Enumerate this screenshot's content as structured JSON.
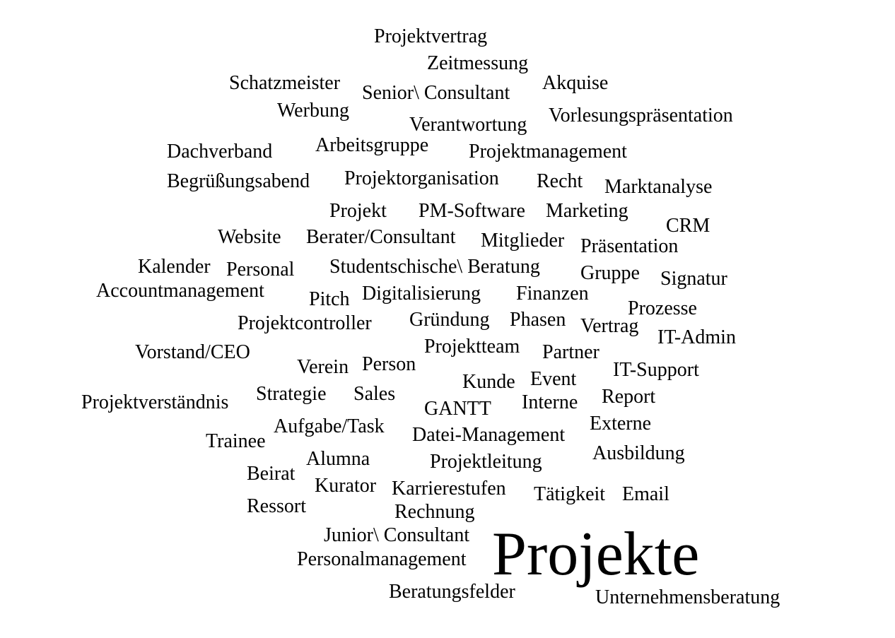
{
  "words": [
    "Projektvertrag",
    "Zeitmessung",
    "Schatzmeister",
    "Senior\\ Consultant",
    "Akquise",
    "Werbung",
    "Verantwortung",
    "Vorlesungspräsentation",
    "Dachverband",
    "Arbeitsgruppe",
    "Projektmanagement",
    "Begrüßungsabend",
    "Projektorganisation",
    "Recht",
    "Marktanalyse",
    "Projekt",
    "PM-Software",
    "Marketing",
    "CRM",
    "Website",
    "Berater/Consultant",
    "Mitglieder",
    "Präsentation",
    "Kalender",
    "Personal",
    "Studentschische\\ Beratung",
    "Gruppe",
    "Signatur",
    "Accountmanagement",
    "Pitch",
    "Digitalisierung",
    "Finanzen",
    "Prozesse",
    "Projektcontroller",
    "Gründung",
    "Phasen",
    "Vertrag",
    "IT-Admin",
    "Vorstand/CEO",
    "Projektteam",
    "Partner",
    "Verein",
    "Person",
    "IT-Support",
    "Kunde",
    "Event",
    "Projektverständnis",
    "Strategie",
    "Sales",
    "Report",
    "GANTT",
    "Interne",
    "Aufgabe/Task",
    "Externe",
    "Trainee",
    "Datei-Management",
    "Ausbildung",
    "Alumna",
    "Projektleitung",
    "Beirat",
    "Kurator",
    "Karrierestufen",
    "Tätigkeit",
    "Email",
    "Ressort",
    "Rechnung",
    "Junior\\ Consultant",
    "Projekte",
    "Personalmanagement",
    "Beratungsfelder",
    "Unternehmensberatung"
  ]
}
